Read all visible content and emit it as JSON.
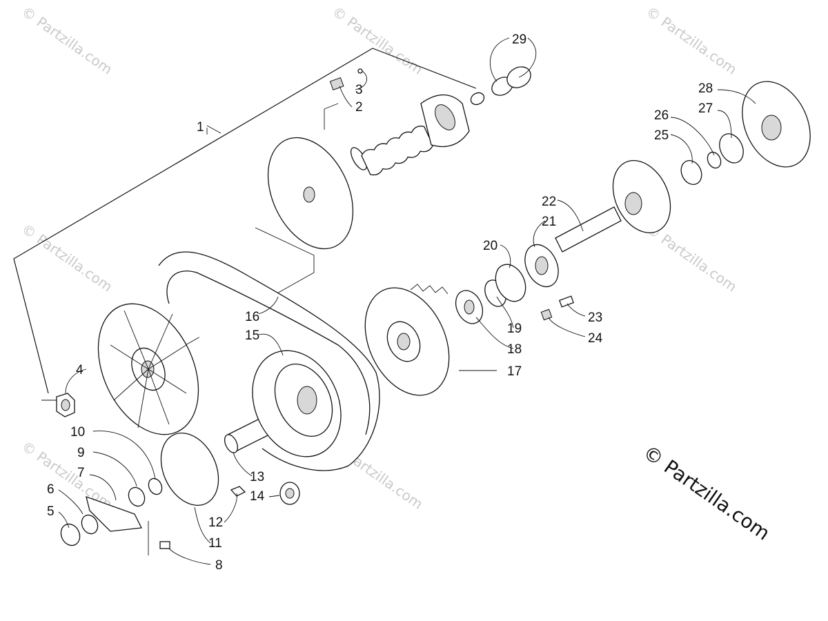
{
  "watermark_tile": "© Partzilla.com",
  "watermark_main": "© Partzilla.com",
  "callouts": {
    "c1": "1",
    "c2": "2",
    "c3": "3",
    "c4": "4",
    "c5": "5",
    "c6": "6",
    "c7": "7",
    "c8": "8",
    "c9": "9",
    "c10": "10",
    "c11": "11",
    "c12": "12",
    "c13": "13",
    "c14": "14",
    "c15": "15",
    "c16": "16",
    "c17": "17",
    "c18": "18",
    "c19": "19",
    "c20": "20",
    "c21": "21",
    "c22": "22",
    "c23": "23",
    "c24": "24",
    "c25": "25",
    "c26": "26",
    "c27": "27",
    "c28": "28",
    "c29": "29"
  }
}
